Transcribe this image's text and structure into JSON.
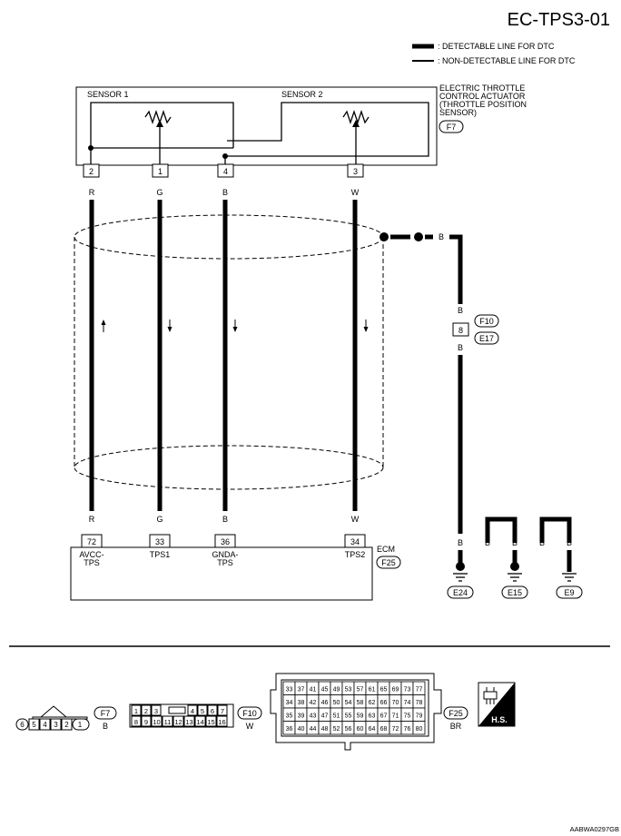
{
  "title": "EC-TPS3-01",
  "legend": {
    "detectable": ": DETECTABLE LINE FOR DTC",
    "non_detectable": ": NON-DETECTABLE LINE FOR DTC"
  },
  "actuator": {
    "label_lines": [
      "ELECTRIC THROTTLE",
      "CONTROL ACTUATOR",
      "(THROTTLE POSITION",
      "SENSOR)"
    ],
    "connector": "F7",
    "sensor1": "SENSOR 1",
    "sensor2": "SENSOR 2",
    "pins": [
      "2",
      "1",
      "4",
      "3"
    ]
  },
  "wires": {
    "top_colors": [
      "R",
      "G",
      "B",
      "W"
    ],
    "bottom_colors": [
      "R",
      "G",
      "B",
      "W"
    ]
  },
  "shield": {
    "top_color": "B",
    "joint_connector_top": "F10",
    "joint_connector_bottom": "E17",
    "joint_pin": "8",
    "color_above_joint": "B",
    "color_below_joint": "B"
  },
  "ecm": {
    "label": "ECM",
    "connector": "F25",
    "pins": [
      "72",
      "33",
      "36",
      "34"
    ],
    "terminal_lines": [
      [
        "AVCC-",
        "TPS"
      ],
      [
        "TPS1"
      ],
      [
        "GNDA-",
        "TPS"
      ],
      [
        "TPS2"
      ]
    ]
  },
  "grounds": {
    "colors": [
      "B",
      "B",
      "B",
      "B",
      "B"
    ],
    "labels": [
      "E24",
      "E15",
      "E9"
    ]
  },
  "connectors_view": {
    "f7": {
      "name": "F7",
      "color": "B",
      "pins": [
        "6",
        "5",
        "4",
        "3",
        "2",
        "1"
      ]
    },
    "f10": {
      "name": "F10",
      "color": "W",
      "row1": [
        "1",
        "2",
        "3",
        "4",
        "5",
        "6",
        "7"
      ],
      "row2": [
        "8",
        "9",
        "10",
        "11",
        "12",
        "13",
        "14",
        "15",
        "16"
      ]
    },
    "f25": {
      "name": "F25",
      "color": "BR",
      "rows": [
        [
          "33",
          "37",
          "41",
          "45",
          "49",
          "53",
          "57",
          "61",
          "65",
          "69",
          "73",
          "77"
        ],
        [
          "34",
          "38",
          "42",
          "46",
          "50",
          "54",
          "58",
          "62",
          "66",
          "70",
          "74",
          "78"
        ],
        [
          "35",
          "39",
          "43",
          "47",
          "51",
          "55",
          "59",
          "63",
          "67",
          "71",
          "75",
          "79"
        ],
        [
          "36",
          "40",
          "44",
          "48",
          "52",
          "56",
          "60",
          "64",
          "68",
          "72",
          "76",
          "80"
        ]
      ]
    },
    "hs_label": "H.S."
  },
  "code": "AABWA0297GB"
}
